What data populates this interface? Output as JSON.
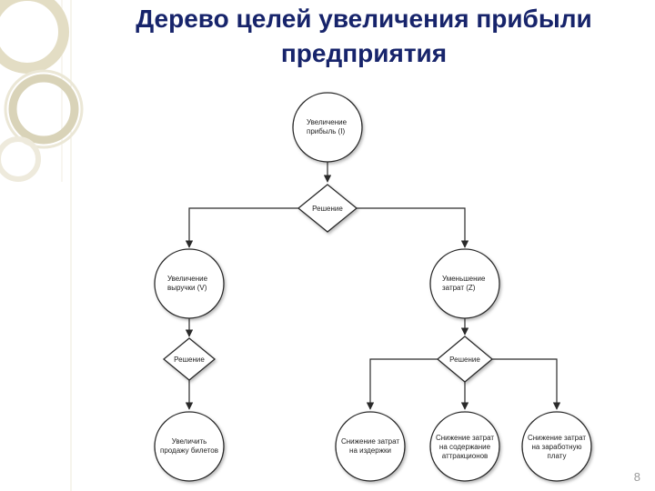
{
  "slide": {
    "title_line1": "Дерево целей увеличения прибыли",
    "title_line2": "предприятия",
    "page_number": "8"
  },
  "colors": {
    "title": "#17246b",
    "node_stroke": "#2a2a2a",
    "node_fill": "#ffffff",
    "connector": "#2a2a2a",
    "decoration_ring": "#d9d3b8"
  },
  "diagram": {
    "root": {
      "line1": "Увеличение",
      "line2": "прибыль (I)"
    },
    "decision_top": {
      "label": "Решение"
    },
    "left_branch": {
      "line1": "Увеличение",
      "line2": "выручки (V)"
    },
    "right_branch": {
      "line1": "Уменьшение",
      "line2": "затрат (Z)"
    },
    "decision_left": {
      "label": "Решение"
    },
    "decision_right": {
      "label": "Решение"
    },
    "leaf_tickets": {
      "line1": "Увеличить",
      "line2": "продажу билетов"
    },
    "leaf_costs": {
      "line1": "Снижение затрат",
      "line2": "на издержки"
    },
    "leaf_attractions": {
      "line1": "Снижение затрат",
      "line2": "на содержание",
      "line3": "аттракционов"
    },
    "leaf_salary": {
      "line1": "Снижение затрат",
      "line2": "на заработную",
      "line3": "плату"
    }
  }
}
